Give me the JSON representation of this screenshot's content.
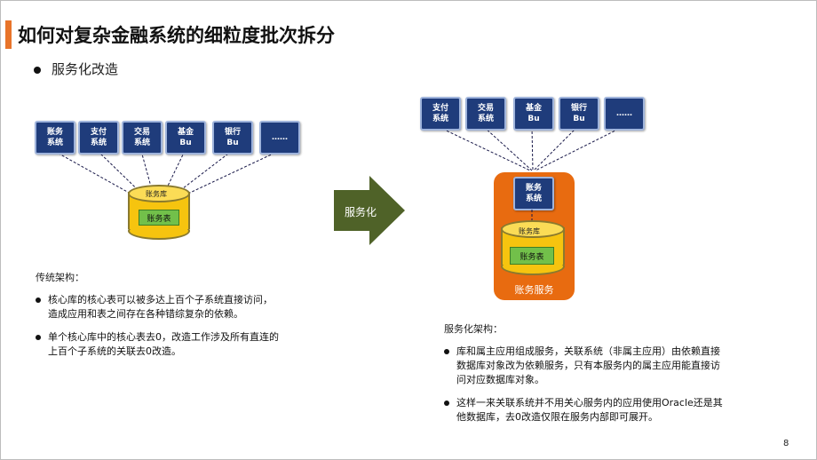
{
  "slide": {
    "title": "如何对复杂金融系统的细粒度批次拆分",
    "bullet": "服务化改造",
    "page_number": "8"
  },
  "left_diagram": {
    "systems": [
      "账务\n系统",
      "支付\n系统",
      "交易\n系统",
      "基金\nBu",
      "银行\nBu",
      "……"
    ],
    "db_label": "账务库",
    "table_label": "账务表"
  },
  "transition": {
    "label": "服务化",
    "arrow_color": "#4f6228"
  },
  "right_diagram": {
    "systems": [
      "支付\n系统",
      "交易\n系统",
      "基金\nBu",
      "银行\nBu",
      "……"
    ],
    "service_system": "账务\n系统",
    "db_label": "账务库",
    "table_label": "账务表",
    "service_label": "账务服务"
  },
  "traditional": {
    "heading": "传统架构：",
    "points": [
      "核心库的核心表可以被多达上百个子系统直接访问，\n造成应用和表之间存在各种错综复杂的依赖。",
      "单个核心库中的核心表去0，改造工作涉及所有直连的\n上百个子系统的关联去0改造。"
    ]
  },
  "service_arch": {
    "heading": "服务化架构：",
    "points": [
      "库和属主应用组成服务，关联系统（非属主应用）由依赖直接\n数据库对象改为依赖服务，只有本服务内的属主应用能直接访\n问对应数据库对象。",
      "这样一来关联系统并不用关心服务内的应用使用Oracle还是其\n他数据库，去0改造仅限在服务内部即可展开。"
    ]
  },
  "colors": {
    "accent": "#e8742a",
    "system_box": "#1f3c7b",
    "db": "#f6c40f",
    "table": "#72c04a",
    "service": "#e86b10"
  }
}
